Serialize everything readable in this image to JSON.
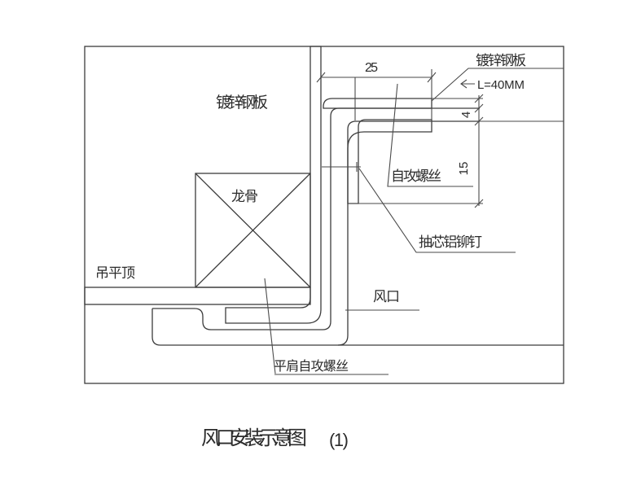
{
  "drawing": {
    "labels": {
      "galvanized_plate_left": "镀锌钢板",
      "galvanized_plate_right": "镀锌钢板",
      "length_spec": "L=40MM",
      "keel": "龙骨",
      "suspended_ceiling": "吊平顶",
      "self_tapping_screw": "自攻螺丝",
      "blind_aluminum_rivet": "抽芯铝铆钉",
      "air_vent": "风口",
      "flat_shoulder_screw": "平肩自攻螺丝"
    },
    "dimensions": {
      "flange_width": "25",
      "vent_flange_thickness": "4",
      "angle_leg_height": "15"
    },
    "title": {
      "text": "风口安装示意图",
      "index": "(1)"
    },
    "colors": {
      "line": "#3c3c3c",
      "background": "#ffffff"
    }
  }
}
